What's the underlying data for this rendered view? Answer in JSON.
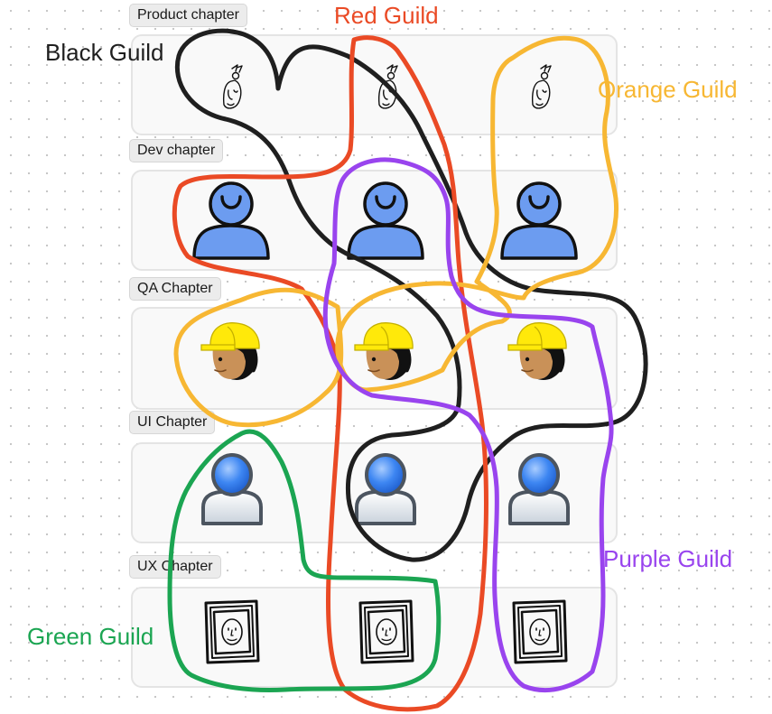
{
  "chapters": [
    {
      "label": "Product chapter",
      "icon": "product-owner-sketch-icon"
    },
    {
      "label": "Dev chapter",
      "icon": "developer-person-icon"
    },
    {
      "label": "QA Chapter",
      "icon": "qa-hardhat-worker-icon"
    },
    {
      "label": "UI Chapter",
      "icon": "ui-person-icon"
    },
    {
      "label": "UX Chapter",
      "icon": "ux-framed-portrait-icon"
    }
  ],
  "guilds": [
    {
      "label": "Black Guild",
      "color": "#1f1f1f"
    },
    {
      "label": "Red Guild",
      "color": "#ea4a25"
    },
    {
      "label": "Orange Guild",
      "color": "#f7b733"
    },
    {
      "label": "Purple Guild",
      "color": "#9944ee"
    },
    {
      "label": "Green Guild",
      "color": "#1ba552"
    }
  ]
}
